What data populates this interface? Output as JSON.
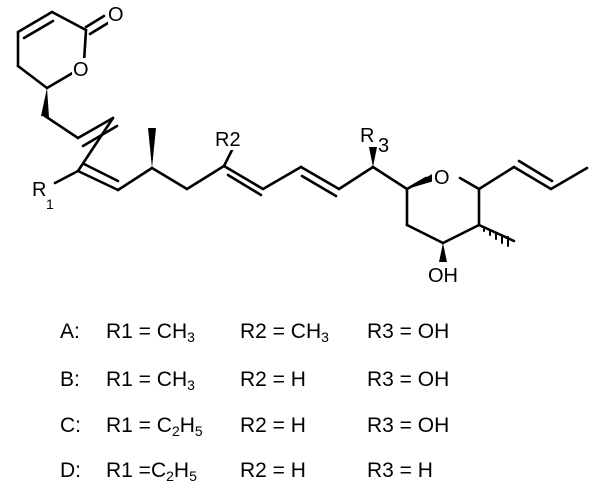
{
  "structure": {
    "atoms": {
      "carbonyl_o": "O",
      "ring_o": "O",
      "r1_label": "R",
      "r1_index": "1",
      "r2_label": "R2",
      "r3_label": "R",
      "r3_index": "3",
      "pyran_o": "O",
      "hydroxyl": "OH"
    }
  },
  "legend": {
    "rows": [
      {
        "compound": "A:",
        "r1_prefix": "R1 = CH",
        "r1_sub": "3",
        "r1_tail": "",
        "r2_prefix": "R2 = CH",
        "r2_sub": "3",
        "r3": "R3 = OH"
      },
      {
        "compound": "B:",
        "r1_prefix": "R1 = CH",
        "r1_sub": "3",
        "r1_tail": "",
        "r2_prefix": "R2 = H",
        "r2_sub": "",
        "r3": "R3 = OH"
      },
      {
        "compound": "C:",
        "r1_prefix": "R1 = C",
        "r1_sub": "2",
        "r1_tail": "H",
        "r1_sub2": "5",
        "r2_prefix": "R2 = H",
        "r2_sub": "",
        "r3": "R3 = OH"
      },
      {
        "compound": "D:",
        "r1_prefix": "R1 =C",
        "r1_sub": "2",
        "r1_tail": "H",
        "r1_sub2": "5",
        "r2_prefix": "R2 = H",
        "r2_sub": "",
        "r3": "R3 = H"
      }
    ]
  }
}
